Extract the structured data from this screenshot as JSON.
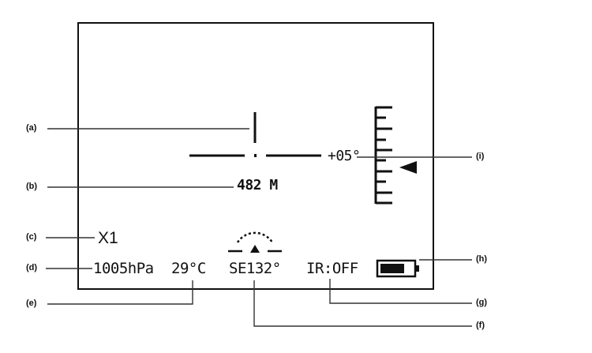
{
  "callouts": {
    "a": "(a)",
    "b": "(b)",
    "c": "(c)",
    "d": "(d)",
    "e": "(e)",
    "f": "(f)",
    "g": "(g)",
    "h": "(h)",
    "i": "(i)"
  },
  "display": {
    "range": "482 M",
    "zoom": "X1",
    "pressure": "1005hPa",
    "temperature": "29°C",
    "heading": "SE132°",
    "ir_status": "IR:OFF",
    "tilt": "+05°",
    "battery_level": 0.75
  }
}
